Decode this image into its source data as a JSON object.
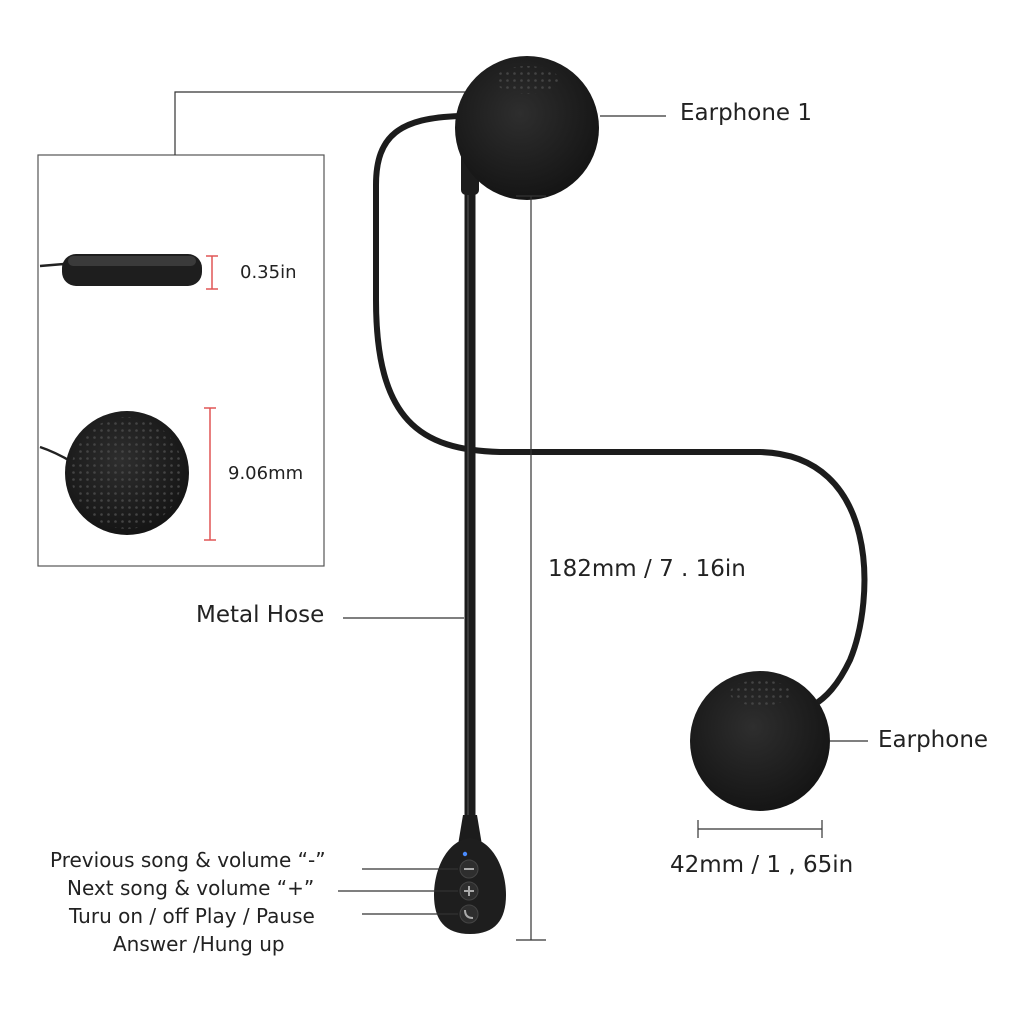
{
  "labels": {
    "earphone_1": "Earphone 1",
    "earphone_2": "Earphone",
    "metal_hose": "Metal Hose",
    "hose_length": "182mm / 7 . 16in",
    "earphone_diameter": "42mm / 1 , 65in",
    "inset_thickness": "0.35in",
    "inset_height": "9.06mm"
  },
  "buttons": {
    "minus": "Previous song & volume  “-”",
    "plus": "Next song & volume   “+”",
    "power_line1": "Turu on / off Play / Pause",
    "power_line2": "Answer /Hung up"
  },
  "colors": {
    "device": "#1c1c1c",
    "callout_line": "#333333",
    "inset_dimension": "#e05555",
    "text": "#222222"
  }
}
